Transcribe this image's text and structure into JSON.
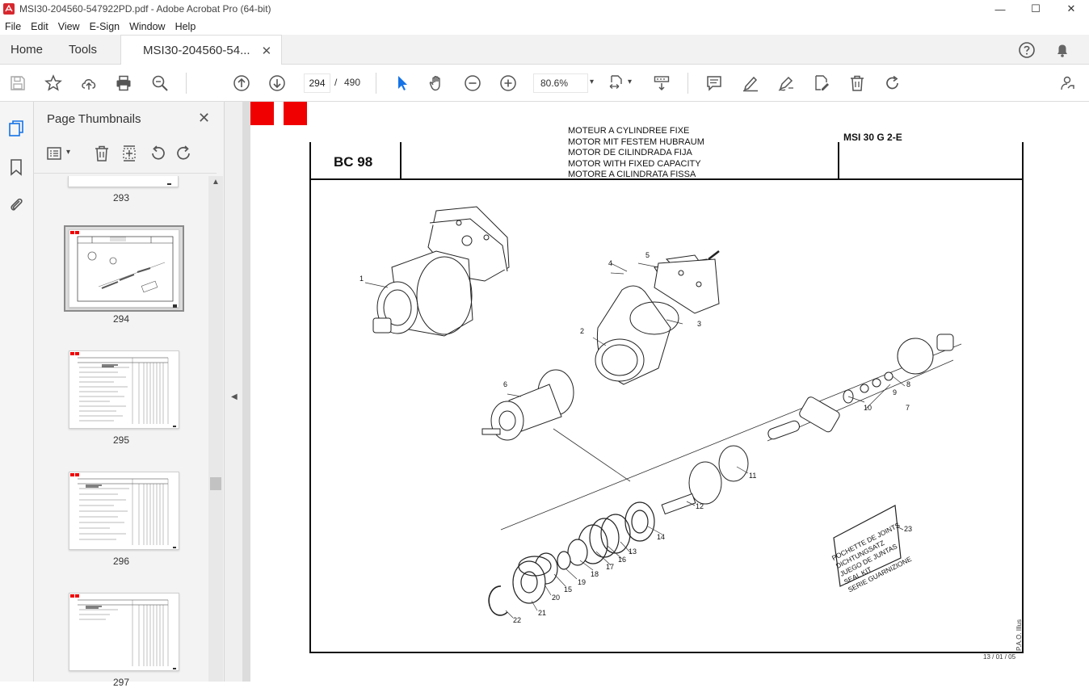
{
  "window": {
    "title": "MSI30-204560-547922PD.pdf - Adobe Acrobat Pro (64-bit)",
    "minimize": "—",
    "maximize": "☐",
    "close": "✕"
  },
  "menu": [
    "File",
    "Edit",
    "View",
    "E-Sign",
    "Window",
    "Help"
  ],
  "tabs": {
    "home": "Home",
    "tools": "Tools",
    "document": "MSI30-204560-54...",
    "close": "✕"
  },
  "toolbar": {
    "current_page": "294",
    "page_separator": "/",
    "total_pages": "490",
    "zoom": "80.6%"
  },
  "thumbnails": {
    "panel_title": "Page Thumbnails",
    "close": "✕",
    "pages": [
      "293",
      "294",
      "295",
      "296",
      "297"
    ],
    "selected": "294"
  },
  "document": {
    "header_lines": [
      "MOTEUR A CYLINDREE FIXE",
      "MOTOR MIT FESTEM HUBRAUM",
      "MOTOR DE CILINDRADA FIJA",
      "MOTOR WITH FIXED CAPACITY",
      "MOTORE A CILINDRATA FISSA"
    ],
    "section_code": "BC 98",
    "model": "MSI 30 G 2-E",
    "seal_kit_lines": [
      "POCHETTE DE JOINTS",
      "DICHTUNGSATZ",
      "JUEGO DE JUNTAS",
      "SEAL KIT",
      "SERIE GUARNIZIONE"
    ],
    "part_numbers": [
      "1",
      "2",
      "3",
      "4",
      "5",
      "6",
      "7",
      "8",
      "9",
      "10",
      "11",
      "12",
      "13",
      "14",
      "15",
      "16",
      "17",
      "18",
      "19",
      "20",
      "21",
      "22",
      "23"
    ],
    "illustrator_tag": "P.A.O. Illus",
    "date": "13 / 01 / 05"
  },
  "colors": {
    "accent_red": "#f00000",
    "selection_blue": "#1473e6",
    "acrobat_red": "#d7282f"
  }
}
